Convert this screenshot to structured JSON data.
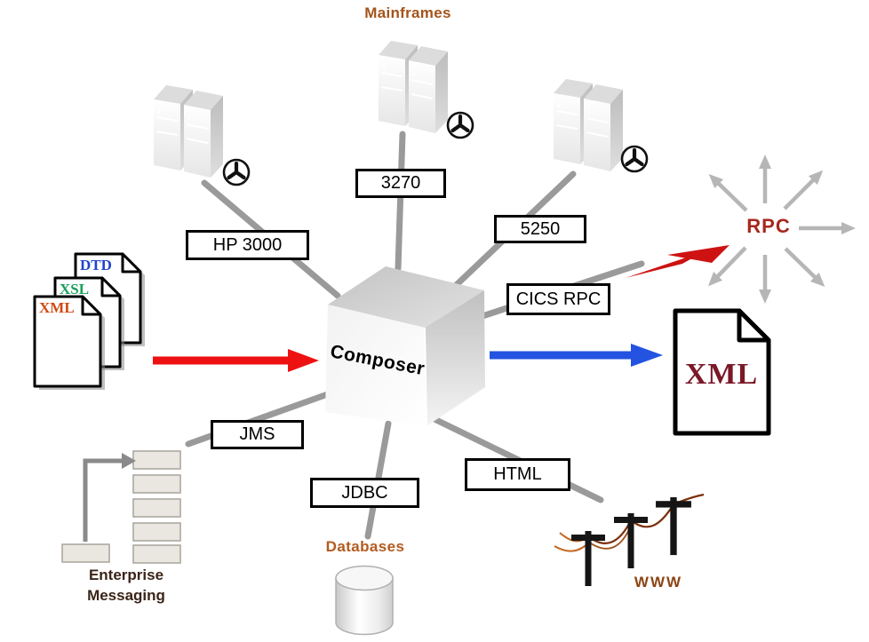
{
  "hub": {
    "label": "Composer"
  },
  "section_titles": {
    "mainframes": "Mainframes",
    "databases": "Databases",
    "enterprise_messaging_line1": "Enterprise",
    "enterprise_messaging_line2": "Messaging",
    "www": "WWW",
    "rpc": "RPC"
  },
  "protocol_labels": {
    "hp3000": "HP 3000",
    "terminal_3270": "3270",
    "terminal_5250": "5250",
    "cics_rpc": "CICS RPC",
    "jms": "JMS",
    "jdbc": "JDBC",
    "html": "HTML"
  },
  "documents": {
    "input_stack": [
      {
        "label": "DTD",
        "color": "#2244CC"
      },
      {
        "label": "XSL",
        "color": "#18A05A"
      },
      {
        "label": "XML",
        "color": "#D14A12"
      }
    ],
    "output": {
      "label": "XML",
      "color": "#7A1828"
    }
  },
  "icons": {
    "server_clusters": "server-tower-icon",
    "fan_clock": "clock-icon",
    "input_documents": "document-icon",
    "output_document": "document-icon",
    "database": "database-cylinder-icon",
    "lightning": "lightning-bolt-icon",
    "rpc_starburst": "starburst-arrows-icon",
    "telephone_poles": "telephone-poles-icon",
    "message_queue": "message-queue-icon"
  },
  "colors": {
    "connector_line": "#9A9A9A",
    "input_arrow": "#EE1111",
    "output_arrow": "#2353E0",
    "lightning_bolt": "#CE1212",
    "starburst_arrow": "#B6B6B6",
    "mainframes_title": "#A3541B",
    "databases_title": "#B45A1E",
    "enterprise_title": "#3B2417",
    "www_title": "#8B4513",
    "rpc_title": "#A6281E",
    "box_border": "#000000"
  }
}
